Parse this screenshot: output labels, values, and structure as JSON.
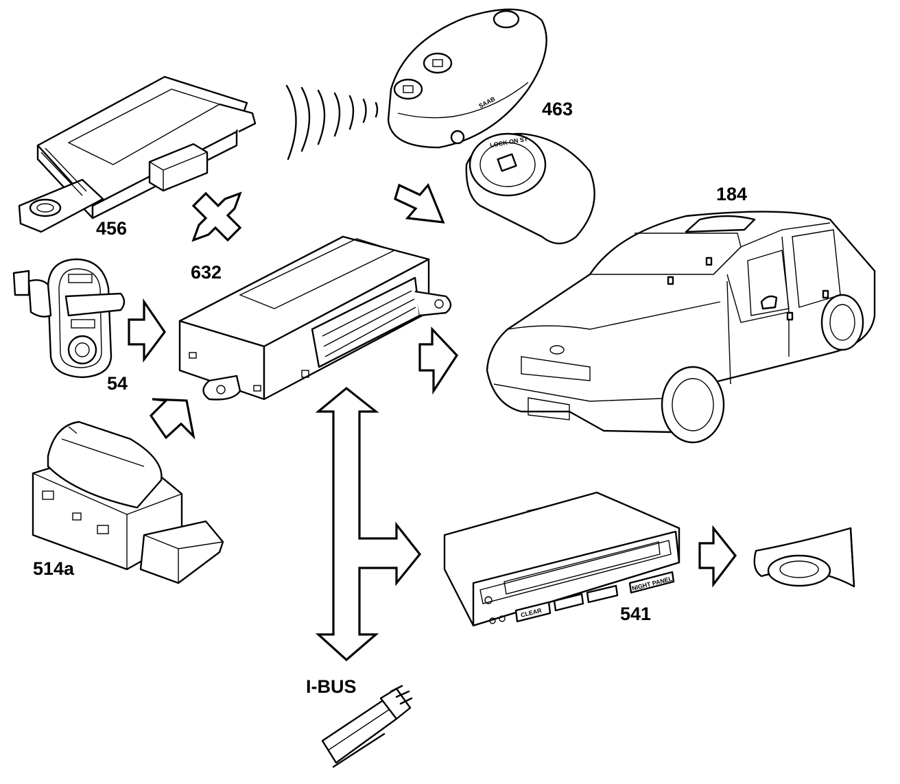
{
  "labels": {
    "radio_receiver": "456",
    "key_remote": "463",
    "car": "184",
    "control_module": "632",
    "door_switch": "54",
    "hood_switch": "514a",
    "display_unit": "541",
    "bus": "I-BUS"
  },
  "display_buttons": {
    "clear": "CLEAR",
    "night_panel": "NIGHT PANEL"
  },
  "remote_brand": "SAAB",
  "ignition_marks": "LOCK ON ST"
}
